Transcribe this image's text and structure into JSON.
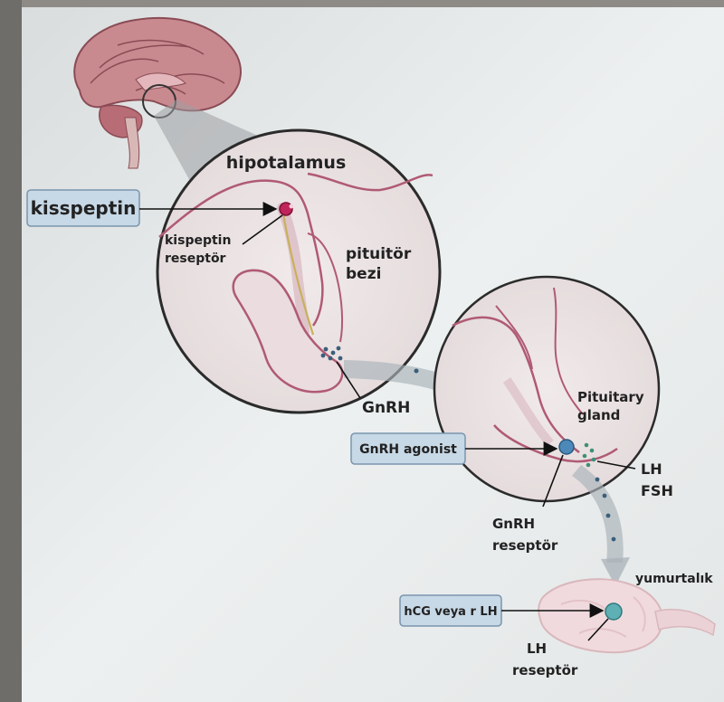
{
  "labels": {
    "hypothalamus": "hipotalamus",
    "kisspeptin": "kisspeptin",
    "kisspeptin_receptor_line1": "kispeptin",
    "kisspeptin_receptor_line2": "reseptör",
    "pituitary_tr_line1": "pituitör",
    "pituitary_tr_line2": "bezi",
    "gnrh": "GnRH",
    "pituitary_en_line1": "Pituitary",
    "pituitary_en_line2": "gland",
    "gnrh_agonist": "GnRH agonist",
    "lh": "LH",
    "fsh": "FSH",
    "gnrh_receptor_line1": "GnRH",
    "gnrh_receptor_line2": "reseptör",
    "ovary": "yumurtalık",
    "hcg": "hCG veya r LH",
    "lh_receptor_line1": "LH",
    "lh_receptor_line2": "reseptör"
  },
  "colors": {
    "paper": "#e9ecec",
    "zoom_fill": "#ece4e4",
    "tissue_outline": "#b05a74",
    "label_box": "#c7d8e6",
    "label_box_border": "#7a95ad",
    "kisspeptin_dot": "#c0245a",
    "receptor_blue": "#4d89b8",
    "hormone_dot": "#3a5f7a",
    "lh_fsh_dot": "#3f8f78",
    "flow_arrow": "#a9b2b8"
  }
}
